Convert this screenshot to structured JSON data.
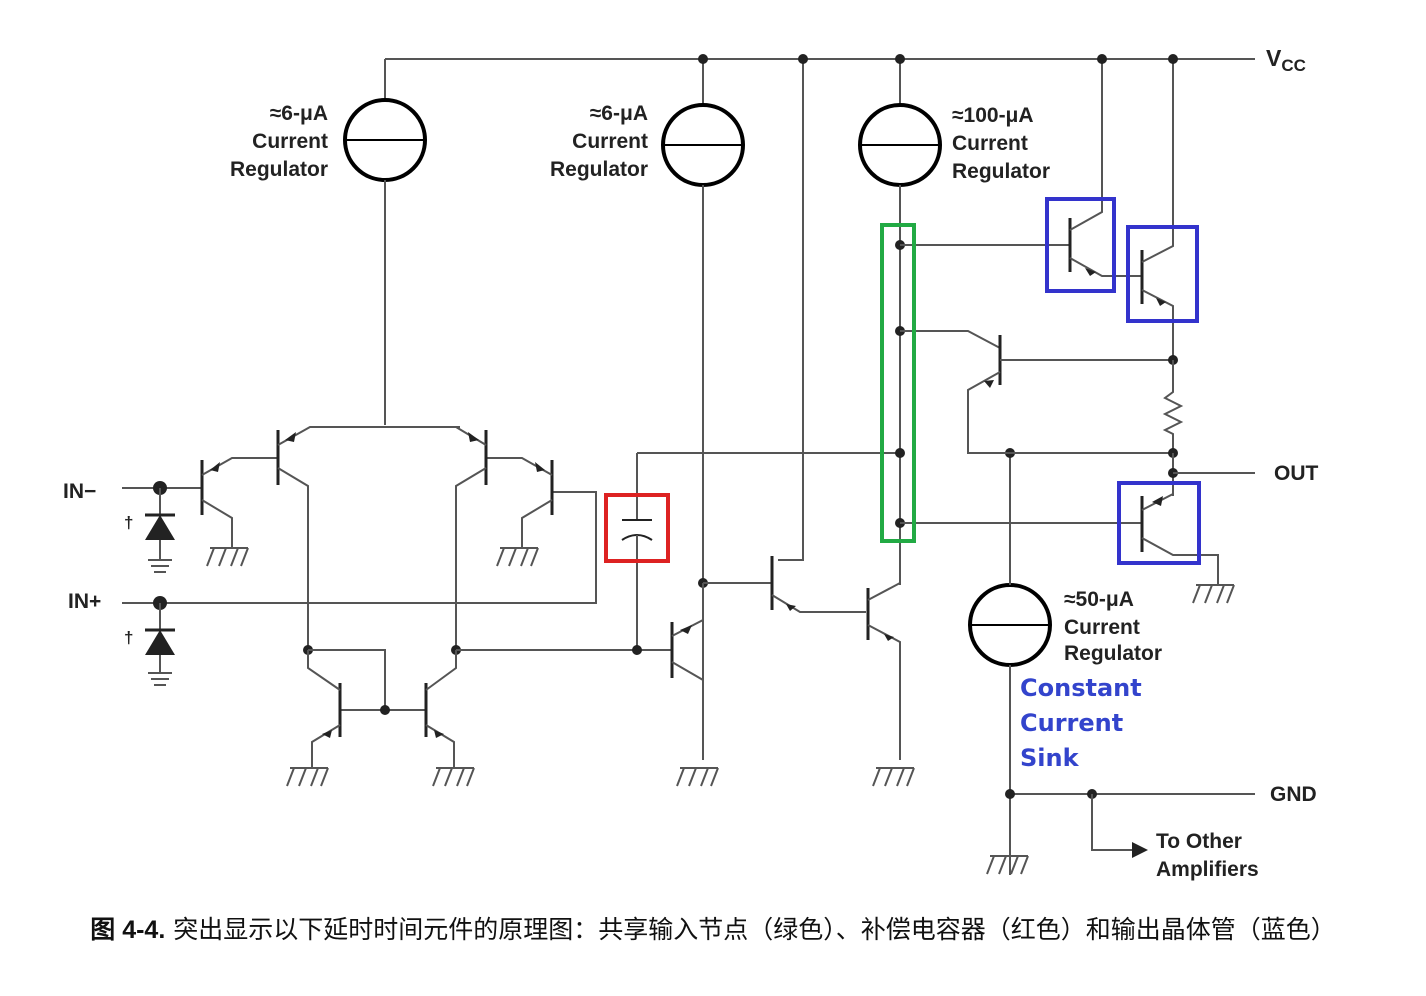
{
  "rails": {
    "vcc": "V",
    "vcc_sub": "CC",
    "out": "OUT",
    "gnd": "GND"
  },
  "inputs": {
    "in_minus": "IN−",
    "in_plus": "IN+",
    "dagger": "†"
  },
  "regulators": [
    {
      "id": "reg1",
      "value": "≈6-μA",
      "line2": "Current",
      "line3": "Regulator"
    },
    {
      "id": "reg2",
      "value": "≈6-μA",
      "line2": "Current",
      "line3": "Regulator"
    },
    {
      "id": "reg3",
      "value": "≈100-μA",
      "line2": "Current",
      "line3": "Regulator"
    },
    {
      "id": "reg4",
      "value": "≈50-μA",
      "line2": "Current",
      "line3": "Regulator"
    }
  ],
  "sink_label": {
    "line1": "Constant",
    "line2": "Current",
    "line3": "Sink"
  },
  "to_other": {
    "line1": "To Other",
    "line2": "Amplifiers"
  },
  "highlights": {
    "green": "#22aa44",
    "red": "#dd2222",
    "blue": "#3333cc"
  },
  "caption": {
    "figure": "图 4-4.",
    "text": " 突出显示以下延时时间元件的原理图：共享输入节点（绿色）、补偿电容器（红色）和输出晶体管（蓝色）"
  }
}
